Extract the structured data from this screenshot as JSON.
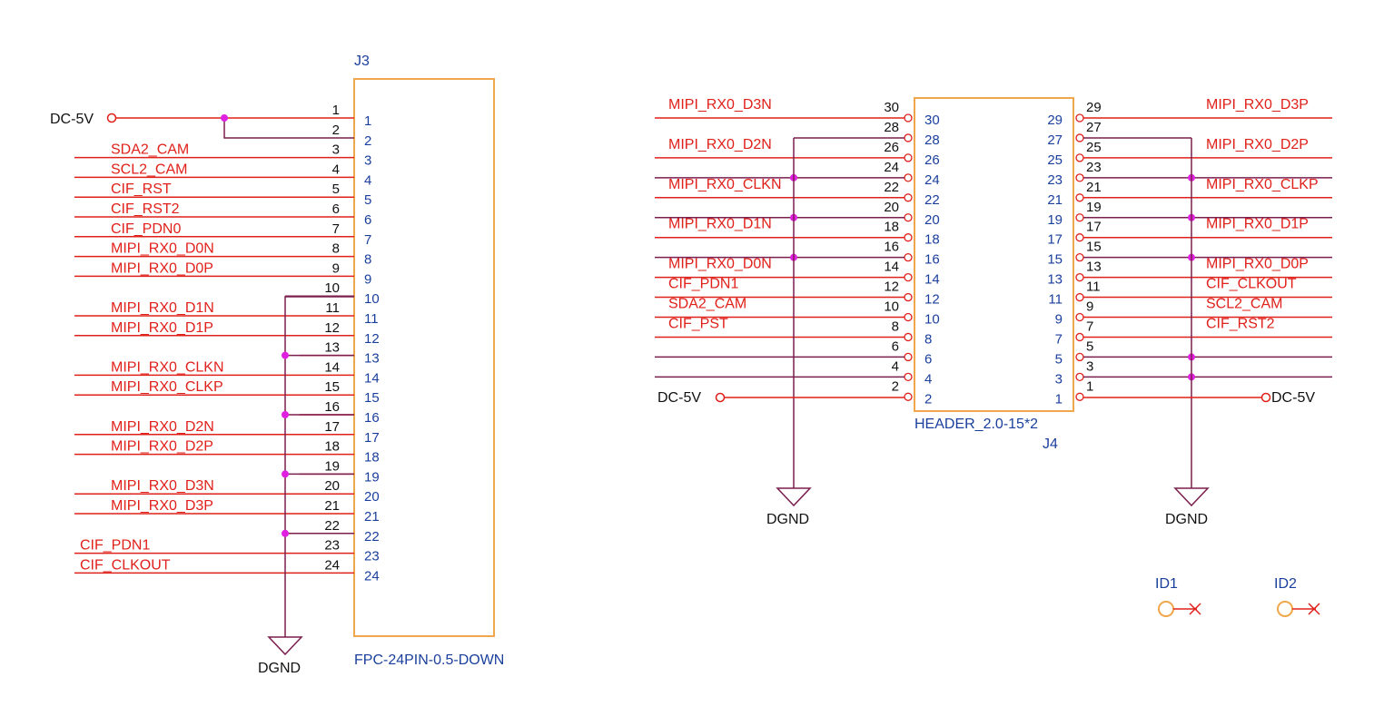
{
  "colors": {
    "net_wire": "#e0201a",
    "gnd_wire": "#7a1f4e",
    "body_outline": "#f0a64a",
    "junction": "#e020e0",
    "pin_text": "#111111",
    "inner_text": "#1a3f9c"
  },
  "j3": {
    "ref": "J3",
    "footprint": "FPC-24PIN-0.5-DOWN",
    "power_net": "DC-5V",
    "gnd_label": "DGND",
    "pins": [
      {
        "pin": "1",
        "inner": "1",
        "net": ""
      },
      {
        "pin": "2",
        "inner": "2",
        "net": ""
      },
      {
        "pin": "3",
        "inner": "3",
        "net": "SDA2_CAM"
      },
      {
        "pin": "4",
        "inner": "4",
        "net": "SCL2_CAM"
      },
      {
        "pin": "5",
        "inner": "5",
        "net": "CIF_RST"
      },
      {
        "pin": "6",
        "inner": "6",
        "net": "CIF_RST2"
      },
      {
        "pin": "7",
        "inner": "7",
        "net": "CIF_PDN0"
      },
      {
        "pin": "8",
        "inner": "8",
        "net": "MIPI_RX0_D0N"
      },
      {
        "pin": "9",
        "inner": "9",
        "net": "MIPI_RX0_D0P"
      },
      {
        "pin": "10",
        "inner": "10",
        "net": ""
      },
      {
        "pin": "11",
        "inner": "11",
        "net": "MIPI_RX0_D1N"
      },
      {
        "pin": "12",
        "inner": "12",
        "net": "MIPI_RX0_D1P"
      },
      {
        "pin": "13",
        "inner": "13",
        "net": ""
      },
      {
        "pin": "14",
        "inner": "14",
        "net": "MIPI_RX0_CLKN"
      },
      {
        "pin": "15",
        "inner": "15",
        "net": "MIPI_RX0_CLKP"
      },
      {
        "pin": "16",
        "inner": "16",
        "net": ""
      },
      {
        "pin": "17",
        "inner": "17",
        "net": "MIPI_RX0_D2N"
      },
      {
        "pin": "18",
        "inner": "18",
        "net": "MIPI_RX0_D2P"
      },
      {
        "pin": "19",
        "inner": "19",
        "net": ""
      },
      {
        "pin": "20",
        "inner": "20",
        "net": "MIPI_RX0_D3N"
      },
      {
        "pin": "21",
        "inner": "21",
        "net": "MIPI_RX0_D3P"
      },
      {
        "pin": "22",
        "inner": "22",
        "net": ""
      },
      {
        "pin": "23",
        "inner": "23",
        "net": "CIF_PDN1"
      },
      {
        "pin": "24",
        "inner": "24",
        "net": "CIF_CLKOUT"
      }
    ]
  },
  "j4": {
    "ref": "J4",
    "footprint": "HEADER_2.0-15*2",
    "power_net": "DC-5V",
    "gnd_label": "DGND",
    "left_pins": [
      {
        "pin": "30",
        "inner": "30",
        "net": "MIPI_RX0_D3N"
      },
      {
        "pin": "28",
        "inner": "28",
        "net": ""
      },
      {
        "pin": "26",
        "inner": "26",
        "net": "MIPI_RX0_D2N"
      },
      {
        "pin": "24",
        "inner": "24",
        "net": ""
      },
      {
        "pin": "22",
        "inner": "22",
        "net": "MIPI_RX0_CLKN"
      },
      {
        "pin": "20",
        "inner": "20",
        "net": ""
      },
      {
        "pin": "18",
        "inner": "18",
        "net": "MIPI_RX0_D1N"
      },
      {
        "pin": "16",
        "inner": "16",
        "net": ""
      },
      {
        "pin": "14",
        "inner": "14",
        "net": "MIPI_RX0_D0N"
      },
      {
        "pin": "12",
        "inner": "12",
        "net": "CIF_PDN1"
      },
      {
        "pin": "10",
        "inner": "10",
        "net": "SDA2_CAM"
      },
      {
        "pin": "8",
        "inner": "8",
        "net": "CIF_PST"
      },
      {
        "pin": "6",
        "inner": "6",
        "net": ""
      },
      {
        "pin": "4",
        "inner": "4",
        "net": ""
      },
      {
        "pin": "2",
        "inner": "2",
        "net": ""
      }
    ],
    "right_pins": [
      {
        "pin": "29",
        "inner": "29",
        "net": "MIPI_RX0_D3P"
      },
      {
        "pin": "27",
        "inner": "27",
        "net": ""
      },
      {
        "pin": "25",
        "inner": "25",
        "net": "MIPI_RX0_D2P"
      },
      {
        "pin": "23",
        "inner": "23",
        "net": ""
      },
      {
        "pin": "21",
        "inner": "21",
        "net": "MIPI_RX0_CLKP"
      },
      {
        "pin": "19",
        "inner": "19",
        "net": ""
      },
      {
        "pin": "17",
        "inner": "17",
        "net": "MIPI_RX0_D1P"
      },
      {
        "pin": "15",
        "inner": "15",
        "net": ""
      },
      {
        "pin": "13",
        "inner": "13",
        "net": "MIPI_RX0_D0P"
      },
      {
        "pin": "11",
        "inner": "11",
        "net": "CIF_CLKOUT"
      },
      {
        "pin": "9",
        "inner": "9",
        "net": "SCL2_CAM"
      },
      {
        "pin": "7",
        "inner": "7",
        "net": "CIF_RST2"
      },
      {
        "pin": "5",
        "inner": "5",
        "net": ""
      },
      {
        "pin": "3",
        "inner": "3",
        "net": ""
      },
      {
        "pin": "1",
        "inner": "1",
        "net": ""
      }
    ]
  },
  "id_markers": [
    {
      "label": "ID1"
    },
    {
      "label": "ID2"
    }
  ]
}
